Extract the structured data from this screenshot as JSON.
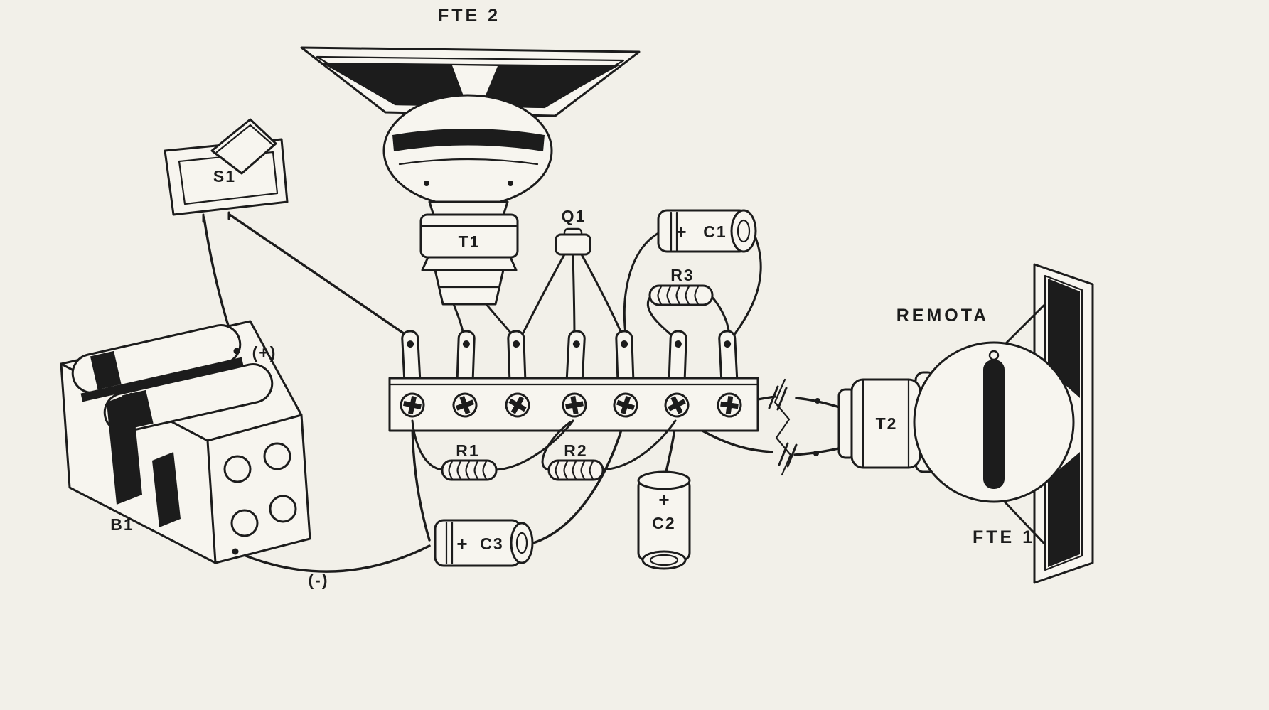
{
  "canvas": {
    "ink": "#1c1c1c",
    "paper": "#f2f0e9",
    "paper_bright": "#f7f5ef"
  },
  "labels": {
    "fte2": "FTE 2",
    "s1": "S1",
    "t1": "T1",
    "q1": "Q1",
    "c1": "C1",
    "c1_plus": "+",
    "r3": "R3",
    "remota": "REMOTA",
    "battery_plus": "(+)",
    "battery_minus": "(-)",
    "b1": "B1",
    "r1": "R1",
    "r2": "R2",
    "c3": "C3",
    "c3_plus": "+",
    "c2": "C2",
    "c2_plus": "+",
    "t2": "T2",
    "fte1": "FTE 1"
  }
}
